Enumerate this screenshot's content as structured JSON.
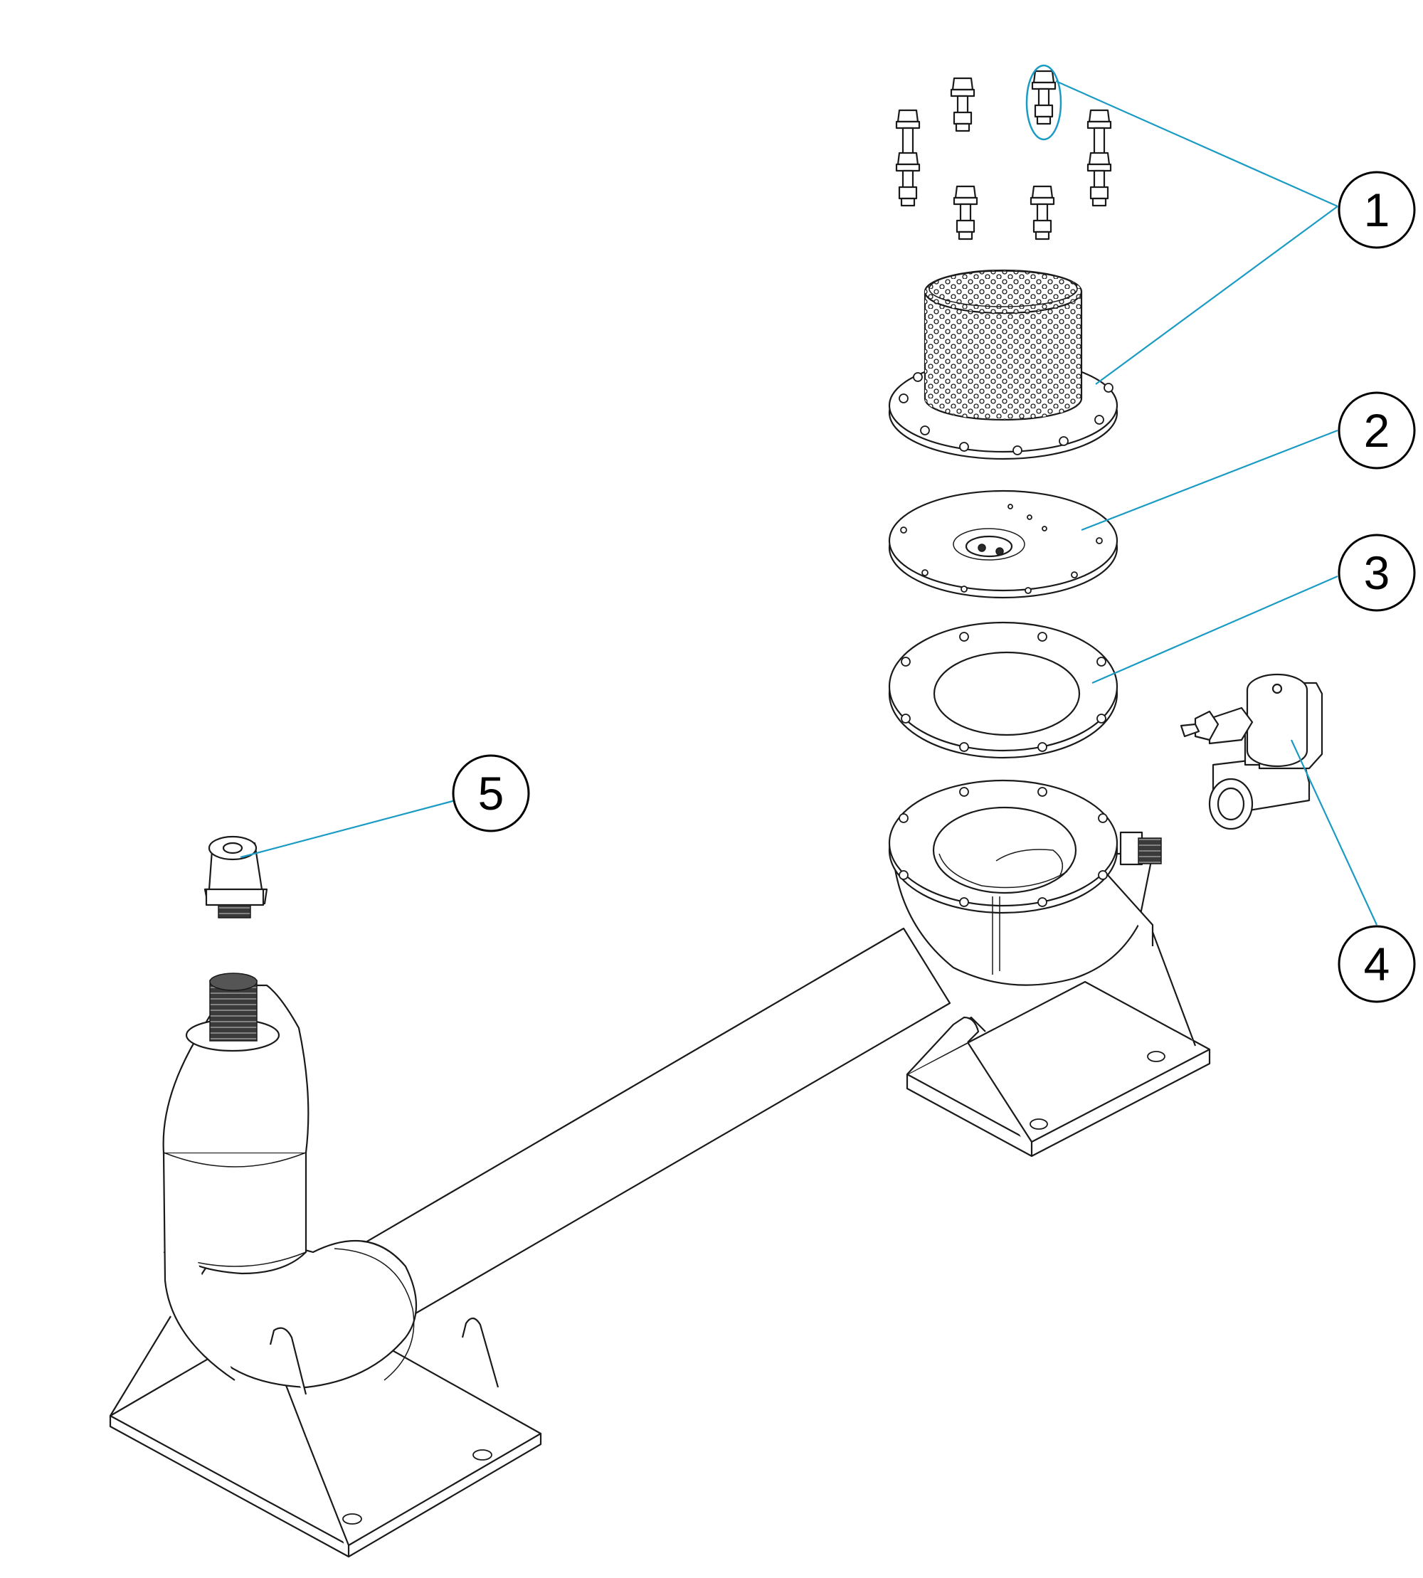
{
  "colors": {
    "leader": "#1a9bc4",
    "line": "#1a1a1a",
    "background": "#ffffff"
  },
  "callouts": [
    {
      "label": "1",
      "part": "filter-basket-with-bolts"
    },
    {
      "label": "2",
      "part": "cover-plate"
    },
    {
      "label": "3",
      "part": "gasket"
    },
    {
      "label": "4",
      "part": "solenoid-valve"
    },
    {
      "label": "5",
      "part": "vent-cap"
    }
  ]
}
